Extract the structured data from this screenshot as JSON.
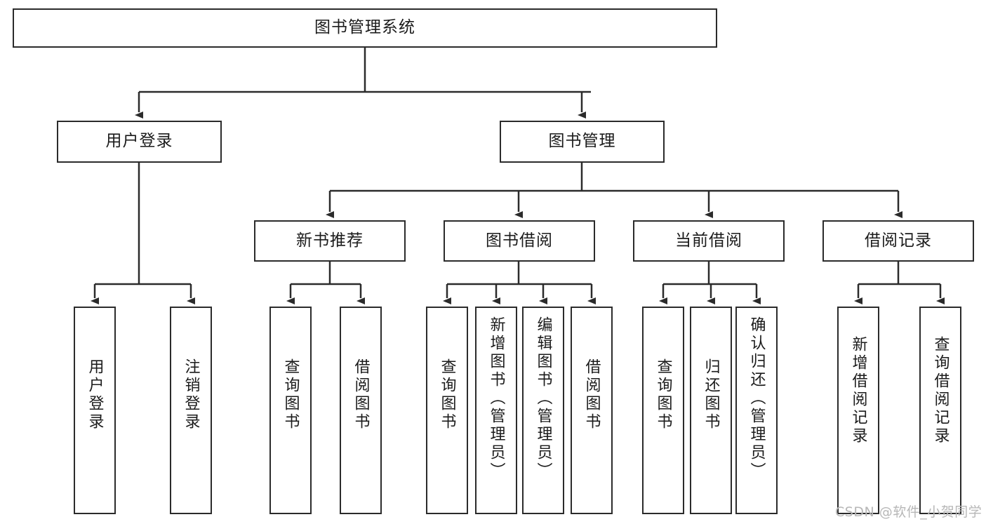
{
  "diagram": {
    "title": "图书管理系统",
    "type": "hierarchy-tree",
    "orientation": "top-down",
    "colors": {
      "border": "#2b2b2b",
      "background": "#ffffff",
      "text": "#1b1b1b",
      "watermark": "#b7b7b7"
    },
    "root": {
      "label": "图书管理系统"
    },
    "level2": [
      {
        "label": "用户登录"
      },
      {
        "label": "图书管理"
      }
    ],
    "level3": [
      {
        "label": "新书推荐"
      },
      {
        "label": "图书借阅"
      },
      {
        "label": "当前借阅"
      },
      {
        "label": "借阅记录"
      }
    ],
    "leaves": {
      "user_login": [
        {
          "label": "用户登录"
        },
        {
          "label": "注销登录"
        }
      ],
      "new_book_recommend": [
        {
          "label": "查询图书"
        },
        {
          "label": "借阅图书"
        }
      ],
      "book_borrow": [
        {
          "label": "查询图书"
        },
        {
          "label": "新增图书（管理员）"
        },
        {
          "label": "编辑图书（管理员）"
        },
        {
          "label": "借阅图书"
        }
      ],
      "current_borrow": [
        {
          "label": "查询图书"
        },
        {
          "label": "归还图书"
        },
        {
          "label": "确认归还（管理员）"
        }
      ],
      "borrow_record": [
        {
          "label": "新增借阅记录"
        },
        {
          "label": "查询借阅记录"
        }
      ]
    }
  },
  "watermark": {
    "text": "CSDN @软件_小贺同学"
  }
}
